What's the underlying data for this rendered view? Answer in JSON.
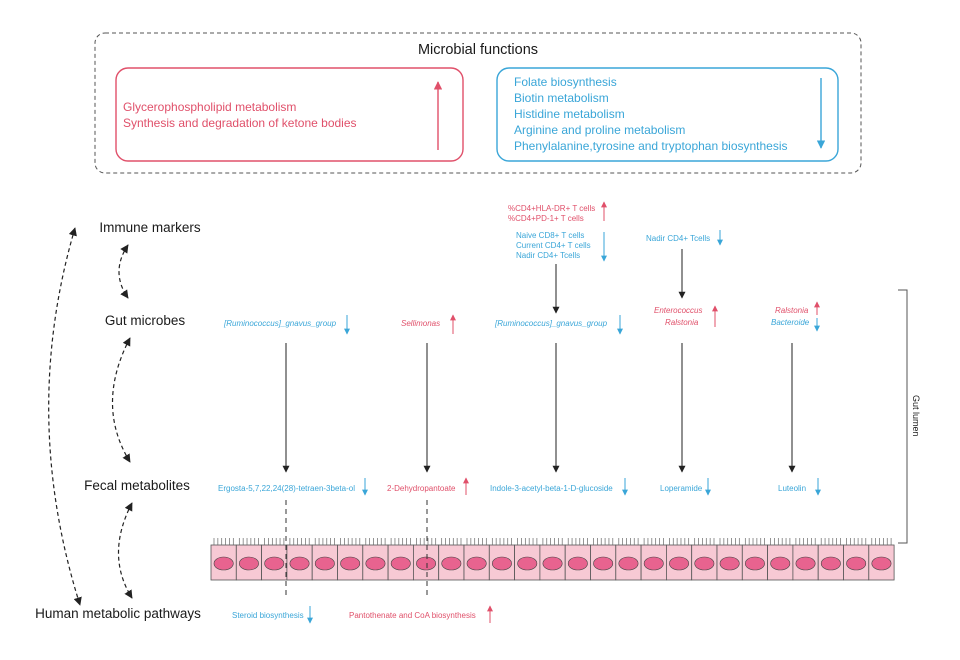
{
  "colors": {
    "up": "#e0506a",
    "down": "#3aa6d8",
    "cell_fill": "#f7c9d4",
    "nucleus": "#e8638f"
  },
  "microbial_functions": {
    "title": "Microbial functions",
    "increased": [
      "Glycerophospholipid metabolism",
      "Synthesis and degradation of ketone bodies"
    ],
    "decreased": [
      "Folate biosynthesis",
      "Biotin metabolism",
      "Histidine metabolism",
      "Arginine and proline metabolism",
      "Phenylalanine,tyrosine and tryptophan biosynthesis"
    ]
  },
  "levels": {
    "immune": "Immune markers",
    "microbes": "Gut microbes",
    "metabolites": "Fecal metabolites",
    "pathways": "Human metabolic pathways"
  },
  "gut_lumen_label": "Gut lumen",
  "immune_groups": [
    {
      "items": [
        {
          "text": "%CD4+HLA-DR+ T cells",
          "dir": "up"
        },
        {
          "text": "%CD4+PD-1+ T cells",
          "dir": "up"
        }
      ]
    },
    {
      "items": [
        {
          "text": "Naive CD8+ T cells",
          "dir": "down"
        },
        {
          "text": "Current CD4+ T cells",
          "dir": "down"
        },
        {
          "text": "Nadir CD4+ Tcells",
          "dir": "down"
        }
      ]
    },
    {
      "items": [
        {
          "text": "Nadir CD4+ Tcells",
          "dir": "down"
        }
      ]
    }
  ],
  "microbes": [
    {
      "items": [
        {
          "text": "[Ruminococcus]_gnavus_group",
          "dir": "down"
        }
      ]
    },
    {
      "items": [
        {
          "text": "Sellimonas",
          "dir": "up"
        }
      ]
    },
    {
      "items": [
        {
          "text": "[Ruminococcus]_gnavus_group",
          "dir": "down"
        }
      ]
    },
    {
      "items": [
        {
          "text": "Enterococcus",
          "dir": "up"
        },
        {
          "text": "Ralstonia",
          "dir": "up"
        }
      ]
    },
    {
      "items": [
        {
          "text": "Ralstonia",
          "dir": "up"
        },
        {
          "text": "Bacteroide",
          "dir": "down"
        }
      ]
    }
  ],
  "metabolites": [
    {
      "text": "Ergosta-5,7,22,24(28)-tetraen-3beta-ol",
      "dir": "down"
    },
    {
      "text": "2-Dehydropantoate",
      "dir": "up"
    },
    {
      "text": "Indole-3-acetyl-beta-1-D-glucoside",
      "dir": "down"
    },
    {
      "text": "Loperamide",
      "dir": "down"
    },
    {
      "text": "Luteolin",
      "dir": "down"
    }
  ],
  "pathways": [
    {
      "text": "Steroid biosynthesis",
      "dir": "down"
    },
    {
      "text": "Pantothenate and CoA biosynthesis",
      "dir": "up"
    }
  ]
}
